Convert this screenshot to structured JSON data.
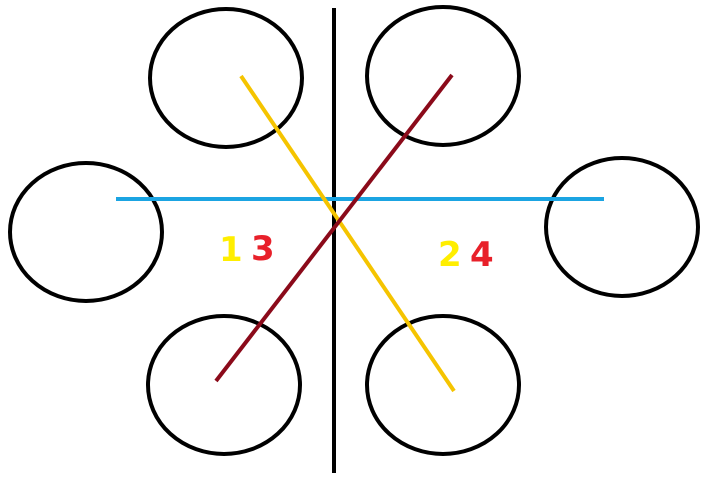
{
  "colors": {
    "background": "#ffffff",
    "circle_stroke": "#000000",
    "divider": "#000000",
    "blue_line": "#1ba4e2",
    "yellow_line": "#f5c400",
    "dark_red_line": "#8b0a1a",
    "yellow_label": "#ffee00",
    "red_label": "#e8202a"
  },
  "labels": {
    "left_yellow": "1",
    "left_red": "3",
    "right_yellow": "2",
    "right_red": "4"
  }
}
